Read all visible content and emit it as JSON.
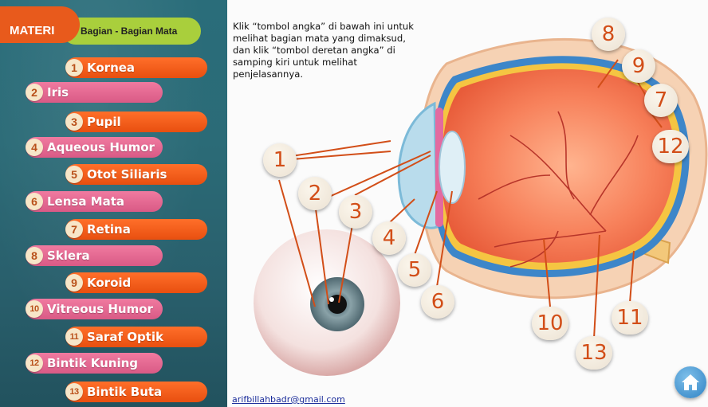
{
  "header": {
    "materi_label": "MATERI",
    "subtitle": "Bagian - Bagian Mata"
  },
  "menu": [
    {
      "num": "1",
      "label": "Kornea"
    },
    {
      "num": "2",
      "label": "Iris"
    },
    {
      "num": "3",
      "label": "Pupil"
    },
    {
      "num": "4",
      "label": "Aqueous Humor"
    },
    {
      "num": "5",
      "label": "Otot Siliaris"
    },
    {
      "num": "6",
      "label": "Lensa Mata"
    },
    {
      "num": "7",
      "label": "Retina"
    },
    {
      "num": "8",
      "label": "Sklera"
    },
    {
      "num": "9",
      "label": "Koroid"
    },
    {
      "num": "10",
      "label": "Vitreous Humor"
    },
    {
      "num": "11",
      "label": "Saraf Optik"
    },
    {
      "num": "12",
      "label": "Bintik Kuning"
    },
    {
      "num": "13",
      "label": "Bintik Buta"
    }
  ],
  "instructions": "Klik “tombol angka” di bawah ini untuk melihat bagian mata yang dimaksud, dan klik “tombol deretan angka” di samping kiri untuk melihat penjelasannya.",
  "callouts": [
    "1",
    "2",
    "3",
    "4",
    "5",
    "6",
    "7",
    "8",
    "9",
    "10",
    "11",
    "12",
    "13"
  ],
  "footer": {
    "email": "arifbillahbadr@gmail.com"
  },
  "home_icon": "home-icon",
  "colors": {
    "sidebar": "#2a6d7a",
    "orange": "#e85a1c",
    "pink": "#d95a86",
    "green": "#a9cf3c"
  }
}
